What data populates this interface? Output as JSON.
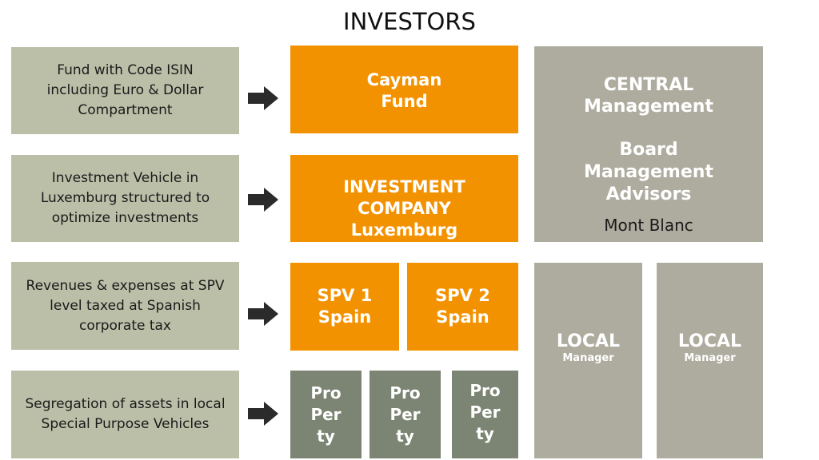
{
  "title": "INVESTORS",
  "descriptions": [
    "Fund with Code ISIN\nincluding Euro & Dollar\nCompartment",
    "Investment Vehicle in\nLuxemburg structured to\noptimize investments",
    "Revenues & expenses at SPV\nlevel taxed at Spanish\ncorporate tax",
    "Segregation of assets in local\nSpecial Purpose Vehicles"
  ],
  "cayman_fund": "Cayman\nFund",
  "investment_company": "INVESTMENT\nCOMPANY\nLuxemburg",
  "spv1": "SPV 1\nSpain",
  "spv2": "SPV 2\nSpain",
  "properties": [
    "Pro\nPer\nty",
    "Pro\nPer\nty",
    "Pro\nPer\nty"
  ],
  "central": {
    "line1": "CENTRAL",
    "line2": "Management",
    "board": "Board\nManagement\nAdvisors",
    "location": "Mont Blanc"
  },
  "local_managers": [
    {
      "title": "LOCAL",
      "subtitle": "Manager"
    },
    {
      "title": "LOCAL",
      "subtitle": "Manager"
    }
  ],
  "colors": {
    "orange": "#f39200",
    "description_bg": "#bcbfa8",
    "management_bg": "#aeac9e",
    "property_bg": "#7c8573"
  },
  "icons": [
    "arrow-right-icon"
  ]
}
